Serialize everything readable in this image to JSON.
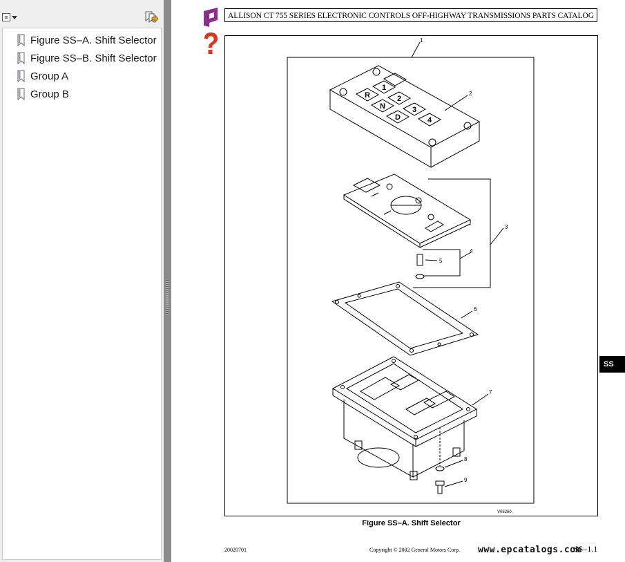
{
  "bookmarks": {
    "items": [
      {
        "label": "Figure SS–A.  Shift Selector"
      },
      {
        "label": "Figure SS–B.  Shift Selector"
      },
      {
        "label": "Group A"
      },
      {
        "label": "Group B"
      }
    ]
  },
  "document": {
    "header_title": "ALLISON CT 755 SERIES ELECTRONIC CONTROLS OFF-HIGHWAY TRANSMISSIONS PARTS CATALOG",
    "figure": {
      "caption": "Figure SS–A.  Shift Selector",
      "code": "V06260",
      "keypad_keys": [
        "R",
        "N",
        "D",
        "1",
        "2",
        "3",
        "4"
      ],
      "callouts": [
        "1",
        "2",
        "3",
        "4",
        "5",
        "6",
        "7",
        "8",
        "9"
      ]
    },
    "footer": {
      "date": "20020701",
      "copyright": "Copyright © 2002 General Motors Corp.",
      "page": "SS–1.1"
    },
    "section_tab": "SS",
    "watermark": "www.epcatalogs.com"
  },
  "colors": {
    "nav_icon": "#8b2f8f",
    "help_icon": "#d9381e",
    "sidebar_bg": "#eeeeee",
    "splitter": "#8b8b8b"
  },
  "icons": {
    "bookmark": "bookmark-icon",
    "options": "options-menu-icon",
    "find_bookmark": "find-bookmark-icon",
    "nav": "navigation-icon",
    "help": "help-icon"
  }
}
